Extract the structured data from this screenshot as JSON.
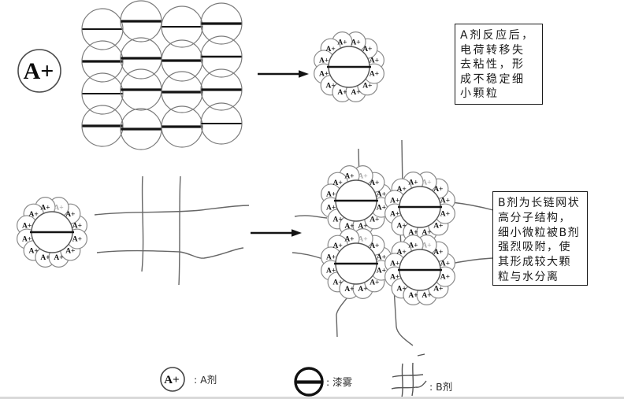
{
  "figure": {
    "ion_label": "A+",
    "stage1_annotation": "A剂反应后，\n电荷转移失\n去粘性，形\n成不稳定细\n小颗粒",
    "stage2_annotation": "B剂为长链网状\n高分子结构，\n细小微粒被B剂\n强烈吸附，使\n其形成较大颗\n粒与水分离",
    "legend": {
      "a_agent_label": ": A剂",
      "mist_label": ": 漆雾",
      "b_agent_label": ": B剂"
    },
    "colors": {
      "ink": "#141414",
      "chain": "#666666",
      "ring_stroke": "#8a8a8a",
      "gray_label": "#aaaaaa"
    }
  }
}
